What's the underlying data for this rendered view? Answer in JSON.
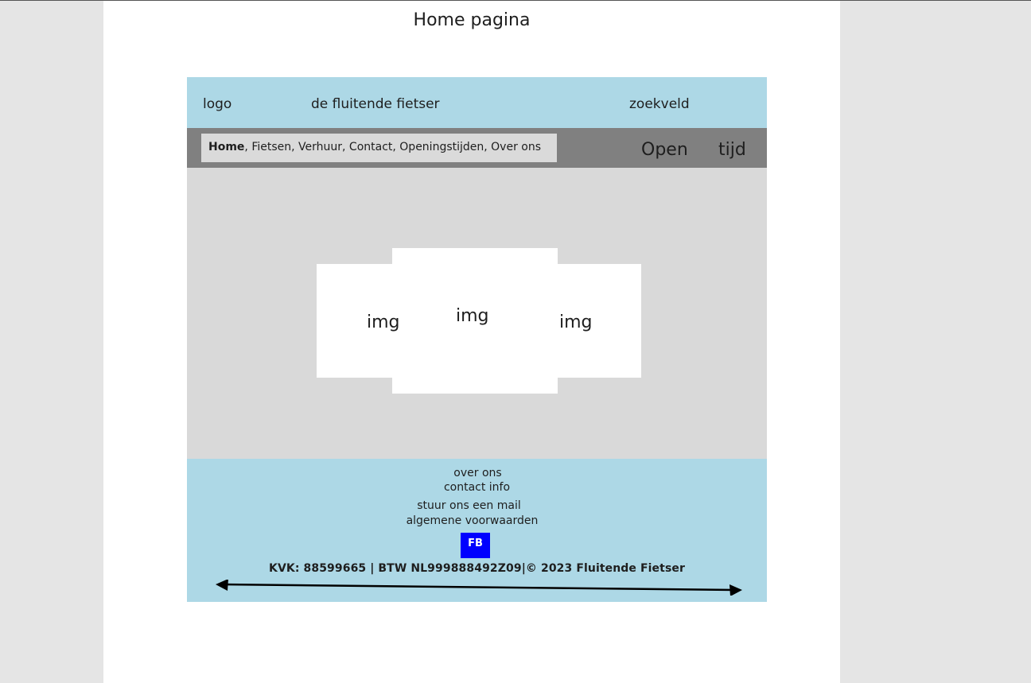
{
  "page": {
    "title": "Home pagina"
  },
  "header": {
    "logo": "logo",
    "site_name": "de fluitende fietser",
    "search": "zoekveld"
  },
  "nav": {
    "active": "Home",
    "rest": ", Fietsen, Verhuur, Contact, Openingstijden, Over ons",
    "open_label": "Open",
    "time_label": "tijd"
  },
  "hero": {
    "images": [
      {
        "label": "img"
      },
      {
        "label": "img"
      },
      {
        "label": "img"
      }
    ]
  },
  "footer": {
    "links": [
      "over ons",
      "contact info",
      "stuur ons een mail",
      "algemene voorwaarden"
    ],
    "fb": "FB",
    "legal": "KVK: 88599665 | BTW NL999888492Z09|© 2023 Fluitende Fietser"
  },
  "colors": {
    "header_bg": "#add8e6",
    "nav_bg": "#808080",
    "nav_links_bg": "#dadada",
    "hero_bg": "#d9d9d9",
    "fb_bg": "#0000ff"
  }
}
